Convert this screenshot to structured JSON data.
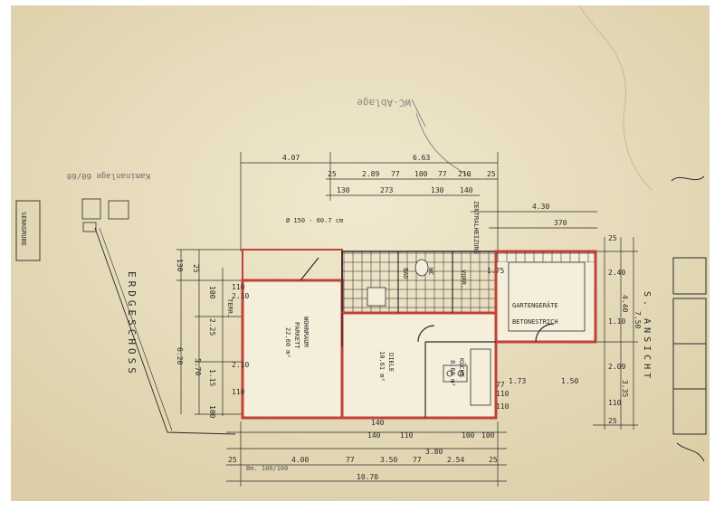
{
  "sheet": {
    "title": "ERDGESCHOSS",
    "view_label": "S. ANSICHT",
    "side_label": "SENKGRUBE",
    "pencil_note_top": "WC-Ablage",
    "pencil_note_left": "Kaminanlage 60/60"
  },
  "rooms": {
    "wohnraum": "WOHNRAUM",
    "parkett": "PARKETT",
    "wohnraum_area": "22.60 m²",
    "diele": "DIELE",
    "diele_area": "10.61 m²",
    "kueche": "KÜCHE",
    "kueche_area": "8.60 m²",
    "gartengeraete": "GARTENGERÄTE",
    "betonestrich": "BETONESTRICH",
    "terr": "TERR.",
    "zentralheizung": "ZENTRALHEIZUNG",
    "wc": "WC",
    "bad": "BAD",
    "vorr": "VORR."
  },
  "dimensions": {
    "top_row1": [
      "4.07",
      "6.63"
    ],
    "top_row2": [
      "25",
      "2.89",
      "77",
      "100",
      "77",
      "210",
      "25"
    ],
    "top_row3": [
      "130",
      "273",
      "130",
      "140"
    ],
    "top_right": [
      "4.30",
      "370"
    ],
    "top_note": "Ø 150 - 60.7 cm",
    "left_outer": [
      "130",
      "6.20"
    ],
    "left_inner": [
      "100",
      "2.25",
      "1.15",
      "2.10",
      "5.70",
      "110",
      "110",
      "2.10",
      "100",
      "25"
    ],
    "right_col": [
      "25",
      "2.40",
      "4.40",
      "7.50",
      "1.10",
      "2.09",
      "3.35",
      "110",
      "25"
    ],
    "bottom_row1": [
      "140",
      "110",
      "3.80",
      "100",
      "100"
    ],
    "bottom_row2": [
      "25",
      "4.00",
      "77",
      "3.50",
      "77",
      "2.54",
      "25"
    ],
    "bottom_total": "10.70",
    "misc": [
      "1.75",
      "77",
      "1.73",
      "110",
      "1.50",
      "140",
      "110"
    ],
    "window_note": "Bm. 100/100"
  },
  "colors": {
    "paper": "#ece2c4",
    "wall_red": "#c2413a",
    "ink": "#2a2a2a",
    "pencil": "#8a8a86"
  }
}
